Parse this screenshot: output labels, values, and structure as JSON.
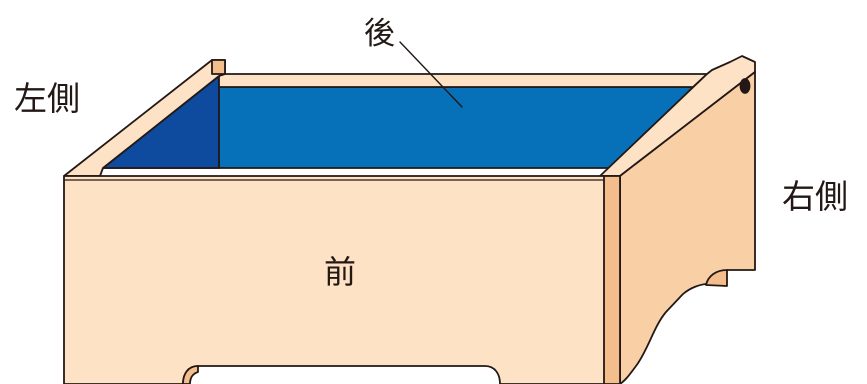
{
  "labels": {
    "back": "後",
    "left_side": "左側",
    "right_side": "右側",
    "front": "前"
  },
  "colors": {
    "wood_face": "#FDE2C6",
    "wood_side": "#F9D0A6",
    "wood_edge": "#F3BE8C",
    "interior_back": "#0670B8",
    "interior_left": "#0E4B9E",
    "outline": "#231815"
  }
}
